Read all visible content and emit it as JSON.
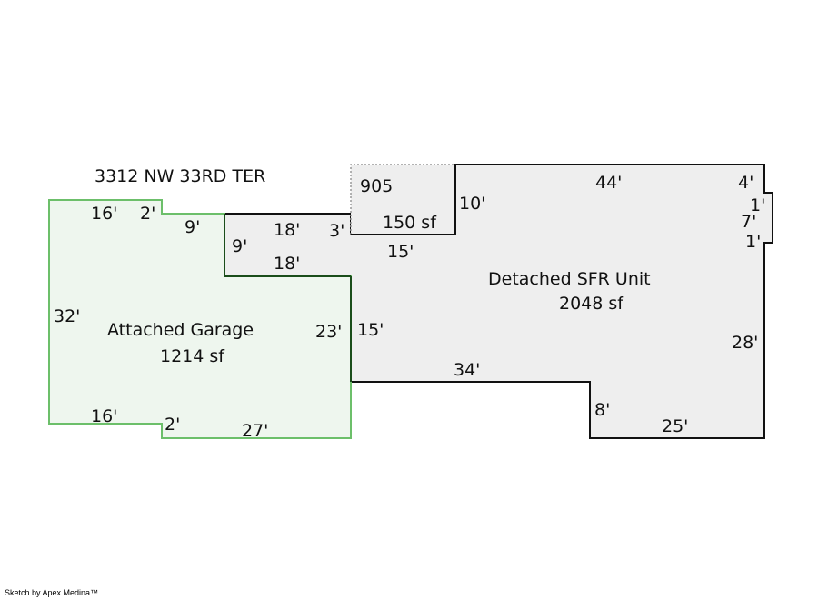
{
  "address": "3312 NW 33RD TER",
  "footer": "Sketch by Apex Medina™",
  "colors": {
    "garage_stroke": "#6cbf6a",
    "garage_fill": "#eef6ee",
    "sfr_stroke": "#111111",
    "sfr_fill": "#eeeeee",
    "garage_sfr_edge": "#1a4d1a"
  },
  "areas": {
    "garage": {
      "name": "Attached Garage",
      "area": "1214 sf"
    },
    "sfr": {
      "name": "Detached SFR Unit",
      "area": "2048 sf"
    },
    "unit905": {
      "name": "905",
      "area": "150 sf"
    }
  },
  "dimensions": {
    "g_top_16": "16'",
    "g_top_2": "2'",
    "g_top_9": "9'",
    "g_left_32": "32'",
    "g_bot_16": "16'",
    "g_bot_2": "2'",
    "g_bot_27": "27'",
    "g_right_23": "23'",
    "n_9": "9'",
    "n_18a": "18'",
    "n_18b": "18'",
    "n_3": "3'",
    "u_15": "15'",
    "u_10": "10'",
    "s_44": "44'",
    "s_4": "4'",
    "s_1a": "1'",
    "s_7": "7'",
    "s_1b": "1'",
    "s_28": "28'",
    "s_25": "25'",
    "s_8": "8'",
    "s_34": "34'",
    "s_15": "15'"
  }
}
